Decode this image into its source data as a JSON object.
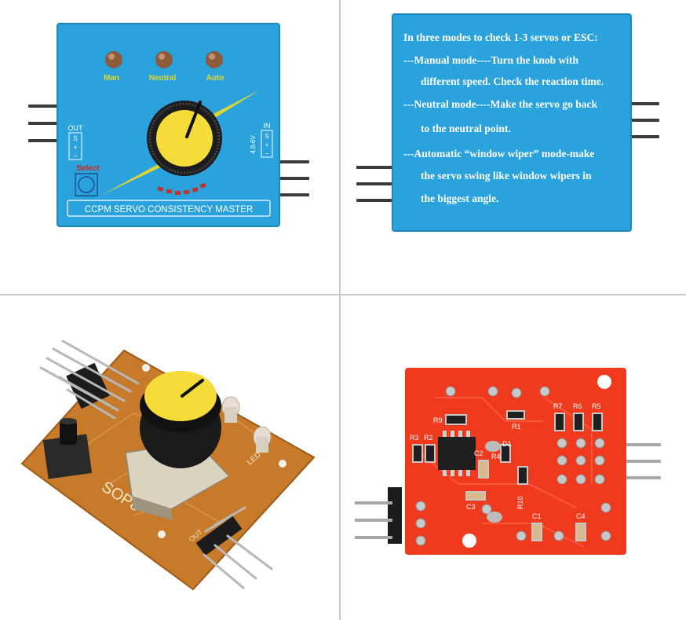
{
  "panel_front": {
    "title_strip": "CCPM SERVO CONSISTENCY MASTER",
    "led_labels": [
      "Man",
      "Neutral",
      "Auto"
    ],
    "out_label": "OUT",
    "in_label": "IN",
    "voltage_label": "4.8-6V",
    "pin_signs": [
      "S",
      "+",
      "−"
    ],
    "select_label": "Select",
    "colors": {
      "case": "#2aa2dc",
      "knob": "#f5dc3a",
      "stripe": "#e8d82a"
    }
  },
  "panel_back": {
    "lines": [
      "In three modes to check 1-3 servos or ESC:",
      "---Manual mode----Turn the knob with",
      "different speed. Check the reaction time.",
      "---Neutral mode----Make the servo go back",
      "to the neutral point.",
      "---Automatic “window wiper” mode-make",
      "the servo swing like window wipers in",
      "the biggest angle."
    ],
    "colors": {
      "case": "#2aa2dc",
      "text": "#ffffff"
    }
  },
  "panel_pcb_top": {
    "silk_sop8": "SOP8",
    "silk_led": "LED",
    "silk_out": "OUT",
    "colors": {
      "board": "#c77a2a",
      "knob": "#f5dc3a"
    }
  },
  "panel_pcb_bottom": {
    "labels": [
      "R9",
      "R1",
      "R7",
      "R6",
      "R5",
      "R3",
      "R2",
      "D1",
      "C2",
      "R4",
      "C3",
      "R10",
      "C1",
      "C4"
    ],
    "colors": {
      "board": "#f03a1e"
    }
  }
}
